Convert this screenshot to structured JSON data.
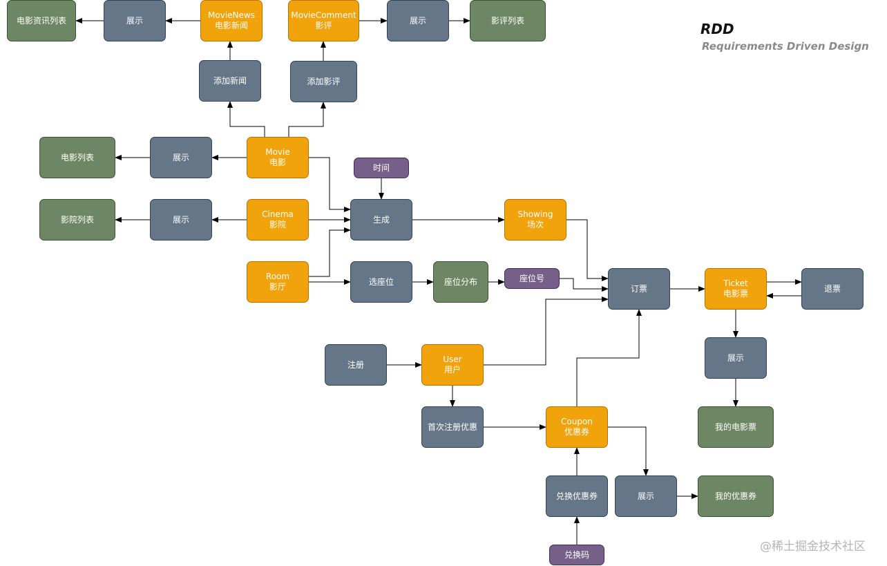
{
  "header": {
    "title": "RDD",
    "subtitle": "Requirements Driven Design"
  },
  "watermark": "@稀土掘金技术社区",
  "colors": {
    "slate": "#647687",
    "green": "#6d8764",
    "orange": "#f0a30a",
    "purple": "#76608a"
  },
  "nodes": {
    "news_list": {
      "lines": [
        "电影资讯列表"
      ]
    },
    "news_display": {
      "lines": [
        "展示"
      ]
    },
    "movie_news": {
      "lines": [
        "MovieNews",
        "电影新闻"
      ]
    },
    "movie_comment": {
      "lines": [
        "MovieComment",
        "影评"
      ]
    },
    "comment_display": {
      "lines": [
        "展示"
      ]
    },
    "comment_list": {
      "lines": [
        "影评列表"
      ]
    },
    "add_news": {
      "lines": [
        "添加新闻"
      ]
    },
    "add_comment": {
      "lines": [
        "添加影评"
      ]
    },
    "movie_list": {
      "lines": [
        "电影列表"
      ]
    },
    "movie_display": {
      "lines": [
        "展示"
      ]
    },
    "movie": {
      "lines": [
        "Movie",
        "电影"
      ]
    },
    "time": {
      "lines": [
        "时间"
      ]
    },
    "cinema_list": {
      "lines": [
        "影院列表"
      ]
    },
    "cinema_display": {
      "lines": [
        "展示"
      ]
    },
    "cinema": {
      "lines": [
        "Cinema",
        "影院"
      ]
    },
    "generate": {
      "lines": [
        "生成"
      ]
    },
    "showing": {
      "lines": [
        "Showing",
        "场次"
      ]
    },
    "room": {
      "lines": [
        "Room",
        "影厅"
      ]
    },
    "select_seat": {
      "lines": [
        "选座位"
      ]
    },
    "seat_layout": {
      "lines": [
        "座位分布"
      ]
    },
    "seat_no": {
      "lines": [
        "座位号"
      ]
    },
    "order": {
      "lines": [
        "订票"
      ]
    },
    "ticket": {
      "lines": [
        "Ticket",
        "电影票"
      ]
    },
    "refund": {
      "lines": [
        "退票"
      ]
    },
    "register": {
      "lines": [
        "注册"
      ]
    },
    "user": {
      "lines": [
        "User",
        "用户"
      ]
    },
    "ticket_display": {
      "lines": [
        "展示"
      ]
    },
    "first_reg": {
      "lines": [
        "首次注册优惠"
      ]
    },
    "coupon": {
      "lines": [
        "Coupon",
        "优惠券"
      ]
    },
    "my_tickets": {
      "lines": [
        "我的电影票"
      ]
    },
    "redeem_coupon": {
      "lines": [
        "兑换优惠券"
      ]
    },
    "coupon_display": {
      "lines": [
        "展示"
      ]
    },
    "my_coupons": {
      "lines": [
        "我的优惠券"
      ]
    },
    "redeem_code": {
      "lines": [
        "兑换码"
      ]
    }
  }
}
